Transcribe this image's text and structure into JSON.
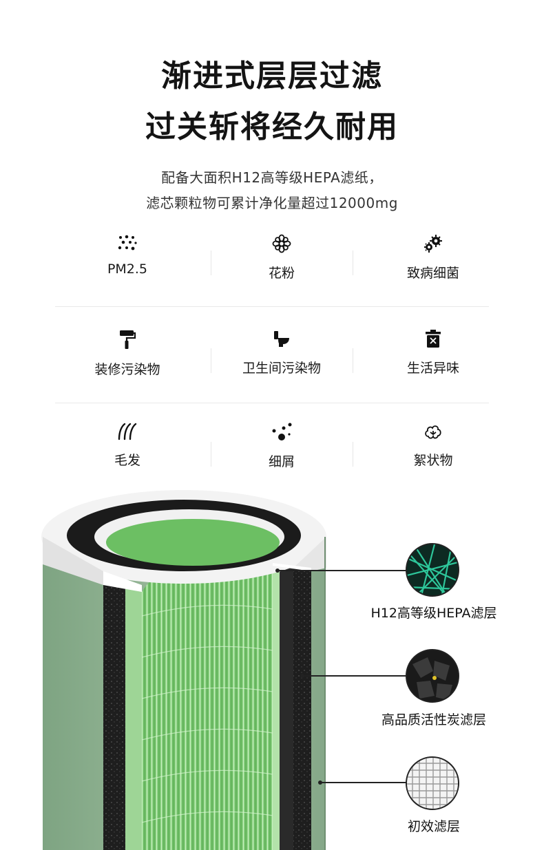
{
  "headline": {
    "line1": "渐进式层层过滤",
    "line2": "过关斩将经久耐用"
  },
  "subtitle": {
    "line1": "配备大面积H12高等级HEPA滤纸，",
    "line2": "滤芯颗粒物可累计净化量超过12000mg"
  },
  "pollutants": [
    {
      "label": "PM2.5",
      "icon": "pm25-particles-icon"
    },
    {
      "label": "花粉",
      "icon": "pollen-flower-icon"
    },
    {
      "label": "致病细菌",
      "icon": "bacteria-icon"
    },
    {
      "label": "装修污染物",
      "icon": "paint-roller-icon"
    },
    {
      "label": "卫生间污染物",
      "icon": "toilet-icon"
    },
    {
      "label": "生活异味",
      "icon": "trash-bin-icon"
    },
    {
      "label": "毛发",
      "icon": "hair-icon"
    },
    {
      "label": "细屑",
      "icon": "debris-dots-icon"
    },
    {
      "label": "絮状物",
      "icon": "cotton-fluff-icon"
    }
  ],
  "layers": [
    {
      "label": "H12高等级HEPA滤层",
      "icon": "hepa-fiber-icon"
    },
    {
      "label": "高品质活性炭滤层",
      "icon": "activated-carbon-icon"
    },
    {
      "label": "初效滤层",
      "icon": "pre-filter-mesh-icon"
    }
  ],
  "colors": {
    "hepa_green": "#6fc267",
    "outer_shell": "#8aab8c",
    "carbon_black": "#1d1d1d",
    "text_dark": "#141414"
  }
}
